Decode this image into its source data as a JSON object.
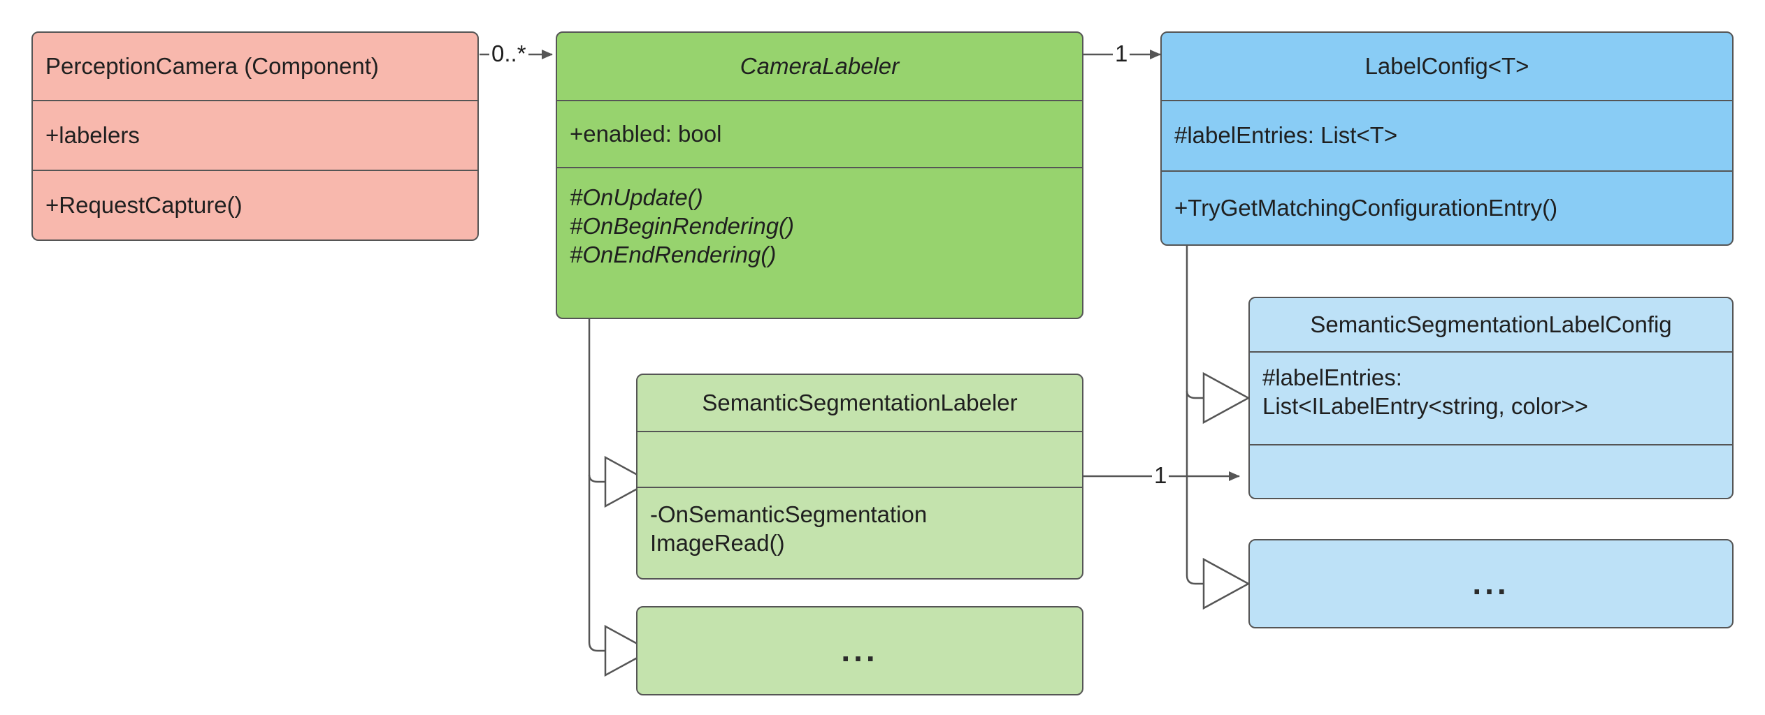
{
  "diagram": {
    "type": "uml-class-diagram",
    "background": "#ffffff",
    "line_color": "#555555",
    "text_color": "#1f1f1f"
  },
  "colors": {
    "salmon": "#f8b8ad",
    "green": "#97d36e",
    "light_green": "#c4e3ad",
    "blue": "#89ccf5",
    "light_blue": "#bde1f7",
    "border": "#555555",
    "arrow_fill": "#555555",
    "arrow_hollow": "#ffffff"
  },
  "classes": {
    "perception_camera": {
      "name": "PerceptionCamera (Component)",
      "attributes": "+labelers",
      "operations": "+RequestCapture()",
      "fill": "#f8b8ad",
      "title_italic": false
    },
    "camera_labeler": {
      "name": "CameraLabeler",
      "attributes": "+enabled: bool",
      "operations": "#OnUpdate()\n#OnBeginRendering()\n#OnEndRendering()",
      "fill": "#97d36e",
      "title_italic": true,
      "operations_italic": true
    },
    "label_config": {
      "name": "LabelConfig<T>",
      "attributes": "#labelEntries: List<T>",
      "operations": "+TryGetMatchingConfigurationEntry()",
      "fill": "#89ccf5",
      "title_italic": false
    },
    "semantic_segmentation_labeler": {
      "name": "SemanticSegmentationLabeler",
      "attributes": "",
      "operations": "-OnSemanticSegmentation\nImageRead()",
      "fill": "#c4e3ad",
      "title_italic": false
    },
    "semantic_segmentation_label_config": {
      "name": "SemanticSegmentationLabelConfig",
      "attributes": "#labelEntries:\nList<ILabelEntry<string, color>>",
      "operations": "",
      "fill": "#bde1f7",
      "title_italic": false
    },
    "labeler_ellipsis": {
      "name": "...",
      "fill": "#c4e3ad"
    },
    "config_ellipsis": {
      "name": "...",
      "fill": "#bde1f7"
    }
  },
  "edges": {
    "camera_to_labeler": {
      "multiplicity": "0..*",
      "kind": "association",
      "arrowhead": "filled-triangle"
    },
    "labeler_to_config": {
      "multiplicity": "1",
      "kind": "association",
      "arrowhead": "filled-triangle"
    },
    "segmentation_labeler_to_config": {
      "multiplicity": "1",
      "kind": "association",
      "arrowhead": "filled-triangle"
    },
    "inheritance_labeler_1": {
      "multiplicity": "",
      "kind": "generalization",
      "arrowhead": "hollow-triangle"
    },
    "inheritance_labeler_2": {
      "multiplicity": "",
      "kind": "generalization",
      "arrowhead": "hollow-triangle"
    },
    "inheritance_config_1": {
      "multiplicity": "",
      "kind": "generalization",
      "arrowhead": "hollow-triangle"
    },
    "inheritance_config_2": {
      "multiplicity": "",
      "kind": "generalization",
      "arrowhead": "hollow-triangle"
    }
  }
}
